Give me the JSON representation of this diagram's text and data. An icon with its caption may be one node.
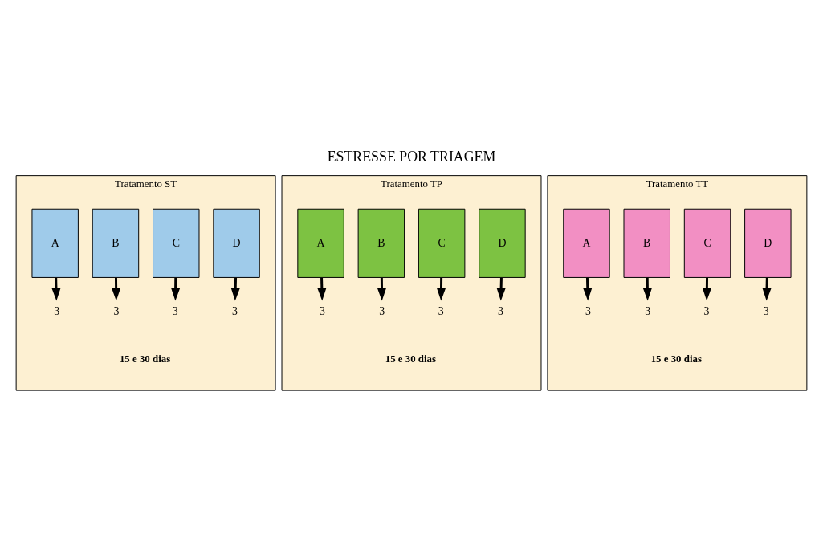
{
  "diagram": {
    "title": "ESTRESSE POR TRIAGEM",
    "nodes": [
      {
        "text": [
          "Tratamento ST",
          "15 e 30 dias"
        ]
      },
      {
        "text": [
          "A"
        ],
        "in": 0
      },
      {
        "text": [
          "B"
        ],
        "in": 0
      },
      {
        "text": [
          "C"
        ],
        "in": 0
      },
      {
        "text": [
          "D"
        ],
        "in": 0
      },
      {
        "text": [
          "3"
        ],
        "in": 0
      },
      {
        "text": [
          "3"
        ],
        "in": 0
      },
      {
        "text": [
          "3"
        ],
        "in": 0
      },
      {
        "text": [
          "3"
        ],
        "in": 0
      },
      {
        "text": [
          "Tratamento TP",
          "15 e 30 dias"
        ]
      },
      {
        "text": [
          "A"
        ],
        "in": 9
      },
      {
        "text": [
          "B"
        ],
        "in": 9
      },
      {
        "text": [
          "C"
        ],
        "in": 9
      },
      {
        "text": [
          "D"
        ],
        "in": 9
      },
      {
        "text": [
          "3"
        ],
        "in": 9
      },
      {
        "text": [
          "3"
        ],
        "in": 9
      },
      {
        "text": [
          "3"
        ],
        "in": 9
      },
      {
        "text": [
          "3"
        ],
        "in": 9
      },
      {
        "text": [
          "Tratamento TT",
          "15 e 30 dias"
        ]
      },
      {
        "text": [
          "A"
        ],
        "in": 18
      },
      {
        "text": [
          "B"
        ],
        "in": 18
      },
      {
        "text": [
          "C"
        ],
        "in": 18
      },
      {
        "text": [
          "D"
        ],
        "in": 18
      },
      {
        "text": [
          "3"
        ],
        "in": 18
      },
      {
        "text": [
          "3"
        ],
        "in": 18
      },
      {
        "text": [
          "3"
        ],
        "in": 18
      },
      {
        "text": [
          "3"
        ],
        "in": 18
      }
    ],
    "edges": [
      {
        "from": 1,
        "to": 5,
        "arrow": "to"
      },
      {
        "from": 2,
        "to": 6,
        "arrow": "to"
      },
      {
        "from": 3,
        "to": 7,
        "arrow": "to"
      },
      {
        "from": 4,
        "to": 8,
        "arrow": "to"
      },
      {
        "from": 10,
        "to": 14,
        "arrow": "to"
      },
      {
        "from": 11,
        "to": 15,
        "arrow": "to"
      },
      {
        "from": 12,
        "to": 16,
        "arrow": "to"
      },
      {
        "from": 13,
        "to": 17,
        "arrow": "to"
      },
      {
        "from": 19,
        "to": 23,
        "arrow": "to"
      },
      {
        "from": 20,
        "to": 24,
        "arrow": "to"
      },
      {
        "from": 21,
        "to": 25,
        "arrow": "to"
      },
      {
        "from": 22,
        "to": 26,
        "arrow": "to"
      }
    ]
  }
}
